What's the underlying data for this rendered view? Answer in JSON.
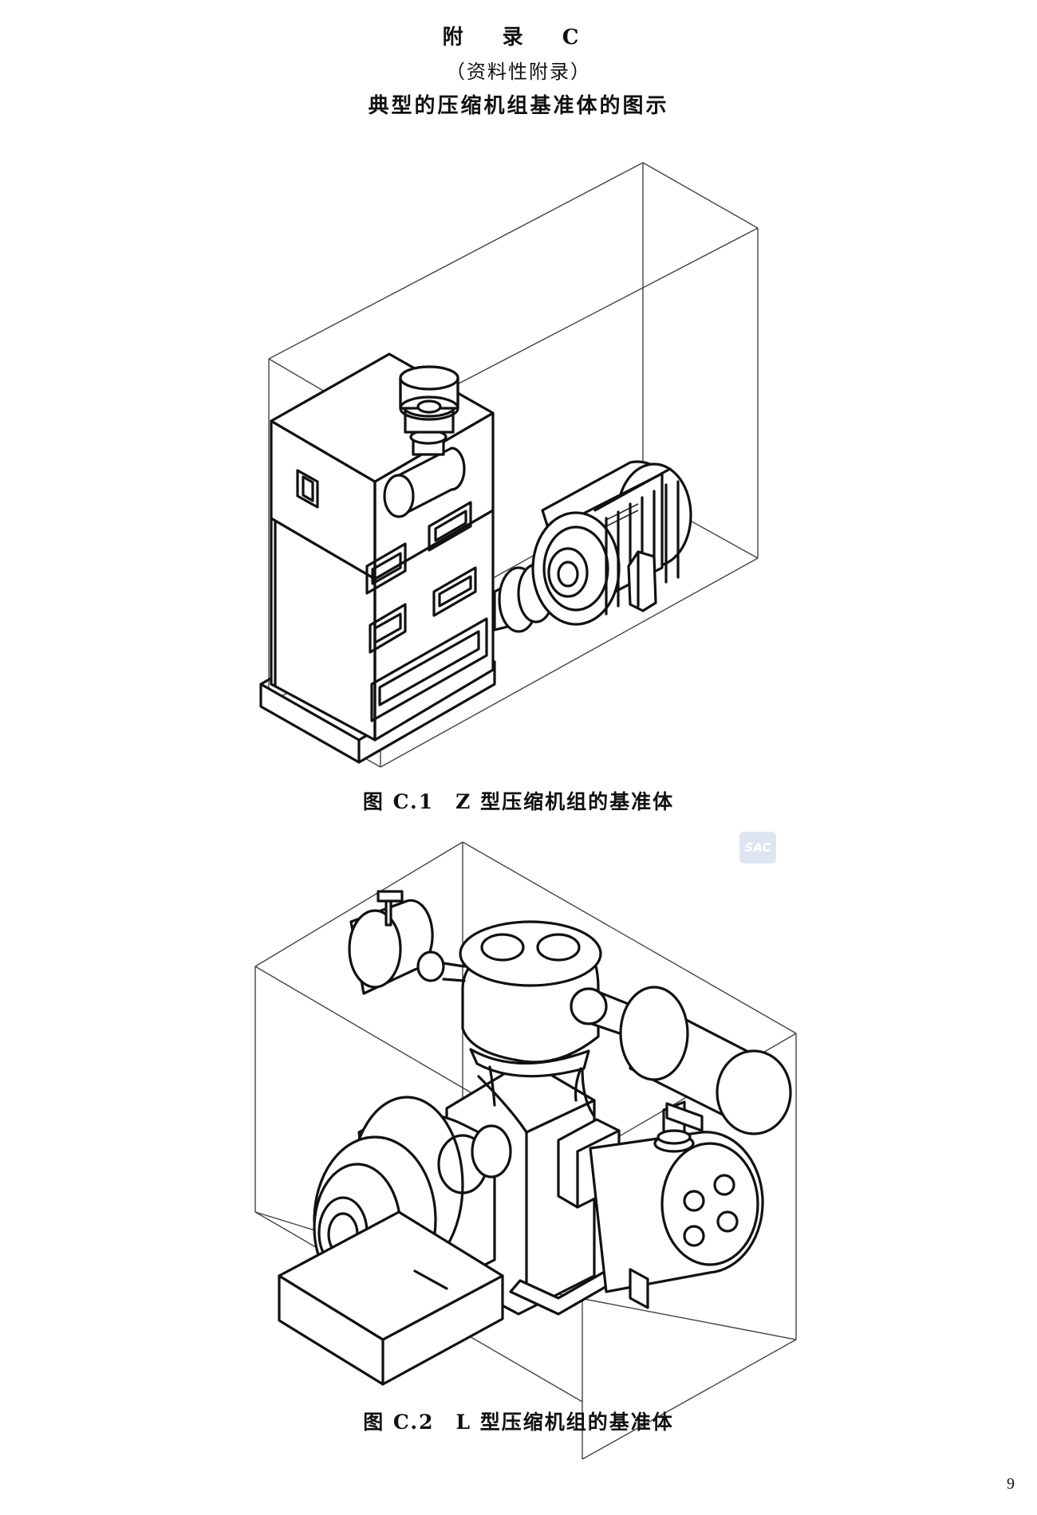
{
  "header": {
    "appendix_title": "附 录 C",
    "appendix_type": "（资料性附录）",
    "appendix_subject": "典型的压缩机组基准体的图示"
  },
  "figures": [
    {
      "caption": "图 C.1　Z 型压缩机组的基准体"
    },
    {
      "caption": "图 C.2　L 型压缩机组的基准体"
    }
  ],
  "watermark": {
    "text": "SAC"
  },
  "page_number": "9"
}
